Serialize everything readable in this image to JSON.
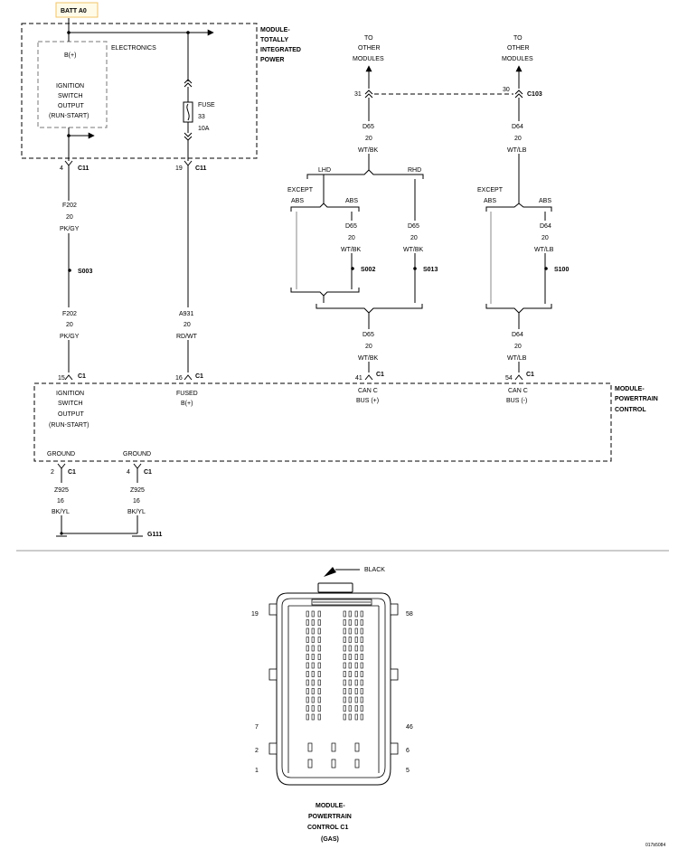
{
  "battery": {
    "label": "BATT A0"
  },
  "tipm": {
    "name_lines": [
      "MODULE-",
      "TOTALLY",
      "INTEGRATED",
      "POWER"
    ],
    "electronics_label": "ELECTRONICS",
    "bplus_label": "B(+)",
    "ign_output_lines": [
      "IGNITION",
      "SWITCH",
      "OUTPUT",
      "(RUN-START)"
    ],
    "fuse_lines": [
      "FUSE",
      "33",
      "10A"
    ]
  },
  "connectors": {
    "c11_left": {
      "pin": "4",
      "name": "C11"
    },
    "c11_right": {
      "pin": "19",
      "name": "C11"
    },
    "c103_left": {
      "pin": "31"
    },
    "c103_right": {
      "pin": "30",
      "name": "C103"
    },
    "pcm_15": {
      "pin": "15",
      "name": "C1"
    },
    "pcm_16": {
      "pin": "16",
      "name": "C1"
    },
    "pcm_41": {
      "pin": "41",
      "name": "C1"
    },
    "pcm_54": {
      "pin": "54",
      "name": "C1"
    },
    "gnd_2": {
      "pin": "2",
      "name": "C1"
    },
    "gnd_4": {
      "pin": "4",
      "name": "C1"
    }
  },
  "wires": {
    "f202_top": [
      "F202",
      "20",
      "PK/GY"
    ],
    "f202_bot": [
      "F202",
      "20",
      "PK/GY"
    ],
    "a931": [
      "A931",
      "20",
      "RD/WT"
    ],
    "d65_top": [
      "D65",
      "20",
      "WT/BK"
    ],
    "d64_top": [
      "D64",
      "20",
      "WT/LB"
    ],
    "d65_abs": [
      "D65",
      "20",
      "WT/BK"
    ],
    "d65_rhd": [
      "D65",
      "20",
      "WT/BK"
    ],
    "d64_abs": [
      "D64",
      "20",
      "WT/LB"
    ],
    "d65_bot": [
      "D65",
      "20",
      "WT/BK"
    ],
    "d64_bot": [
      "D64",
      "20",
      "WT/LB"
    ],
    "z925_a": [
      "Z925",
      "16",
      "BK/YL"
    ],
    "z925_b": [
      "Z925",
      "16",
      "BK/YL"
    ]
  },
  "splices": {
    "s003": "S003",
    "s002": "S002",
    "s013": "S013",
    "s100": "S100"
  },
  "other_modules_lines": [
    "TO",
    "OTHER",
    "MODULES"
  ],
  "options": {
    "lhd": "LHD",
    "rhd": "RHD",
    "except": "EXCEPT",
    "abs": "ABS"
  },
  "pcm": {
    "name_lines": [
      "MODULE-",
      "POWERTRAIN",
      "CONTROL"
    ],
    "ign_lines": [
      "IGNITION",
      "SWITCH",
      "OUTPUT",
      "(RUN-START)"
    ],
    "fused_lines": [
      "FUSED",
      "B(+)"
    ],
    "canh_lines": [
      "CAN C",
      "BUS (+)"
    ],
    "canl_lines": [
      "CAN C",
      "BUS (-)"
    ],
    "ground_label": "GROUND"
  },
  "ground": {
    "name": "G111"
  },
  "connector_view": {
    "color_label": "BLACK",
    "pin_labels": {
      "p19": "19",
      "p58": "58",
      "p7": "7",
      "p46": "46",
      "p2": "2",
      "p6": "6",
      "p1": "1",
      "p5": "5"
    },
    "caption_lines": [
      "MODULE-",
      "POWERTRAIN",
      "CONTROL C1",
      "(GAS)"
    ]
  },
  "figure_id": "017b5084"
}
